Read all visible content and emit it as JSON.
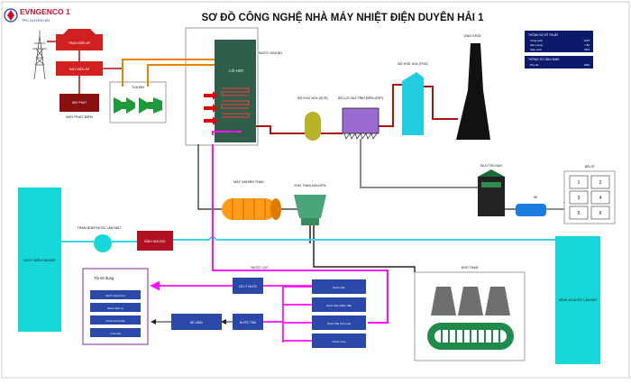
{
  "title": "SƠ ĐỒ CÔNG NGHỆ NHÀ MÁY NHIỆT ĐIỆN DUYÊN HẢI 1",
  "logo": {
    "brand": "EVNGENCO 1",
    "sub": "TPC DUYEN HAI"
  },
  "colors": {
    "title": "#111111",
    "brand_red": "#c8102e",
    "line_red": "#b01010",
    "line_magenta": "#ff10ff",
    "line_cyan": "#35d8e8",
    "line_orange": "#f08000",
    "line_gray": "#8a8a8a",
    "line_black": "#222222",
    "boiler": "#2f5e4a",
    "transformer_red": "#d02020",
    "turbine_green": "#1f9a3a",
    "mill_orange": "#ff9a18",
    "bunker_green": "#4aa57a",
    "esp_purple": "#9a6bd0",
    "teal_panel": "#17d8d8",
    "coal_yard_gray": "#6f6f6f",
    "blue_box": "#2a48a8",
    "olive": "#b7b42a",
    "navy_table": "#0b1a6a"
  },
  "electrical": {
    "tower_label": "",
    "box_top": "TRẠM BIẾN ÁP",
    "box_mid": "MÁY BIẾN ÁP",
    "box_bottom": "MÁY PHÁT",
    "generator_label": "MÁY PHÁT ĐIỆN"
  },
  "turbine_label": "TUA BIN",
  "boiler": {
    "label": "LÒ HƠI",
    "top_label": "NƯỚC NGƯNG"
  },
  "scr_label": "BỘ KHỬ NOx (SCR)",
  "esp_label": "BỘ LỌC BỤI TĨNH ĐIỆN (ESP)",
  "fgd_label": "BỘ KHỬ SOx (FGD)",
  "stack_label": "ỐNG KHÓI",
  "ash_silo_label": "SILO TRO BAY",
  "ash_pump_label": "XE",
  "ash_yard": {
    "title": "BÃI XỈ",
    "cells": [
      "1",
      "2",
      "3",
      "4",
      "5",
      "6"
    ]
  },
  "mill_label": "MÁY NGHIỀN THAN",
  "bunker_label": "KHO THAN NGUYÊN",
  "seawater_in": "NƯỚC BIỂN LÀM MÁT",
  "seawater_out": "KÊNH XẢ NƯỚC LÀM MÁT",
  "pump_label": "TRẠM BƠM NƯỚC LÀM MÁT",
  "condenser_label": "BÌNH NGƯNG",
  "coal_yard_label": "KHO THAN",
  "water_treatment": "NƯỚC LỌC",
  "legend_box": {
    "title": "Tái sử dụng",
    "items": [
      "Nước cấp lò hơi",
      "Nước dịch vụ",
      "Nước sinh hoạt",
      "Tưới cây"
    ]
  },
  "water_flow": {
    "treat_main": "XỬ LÝ NƯỚC",
    "pre_treat": "NƯỚC THẢI",
    "final_treat": "BỂ LẮNG",
    "sources": [
      "Nước biển",
      "Nước thải nhiễm dầu",
      "Nước thải sinh hoạt",
      "Nước mưa"
    ]
  },
  "info_table1": {
    "title": "THÔNG SỐ KỸ THUẬT",
    "rows": [
      [
        "Công suất",
        "1245"
      ],
      [
        "Sản lượng",
        "7.80"
      ],
      [
        "Hiệu suất",
        "38.5"
      ]
    ]
  },
  "info_table2": {
    "title": "THÔNG SỐ VẬN HÀNH",
    "rows": [
      [
        "Phụ tải",
        "1000"
      ]
    ]
  }
}
